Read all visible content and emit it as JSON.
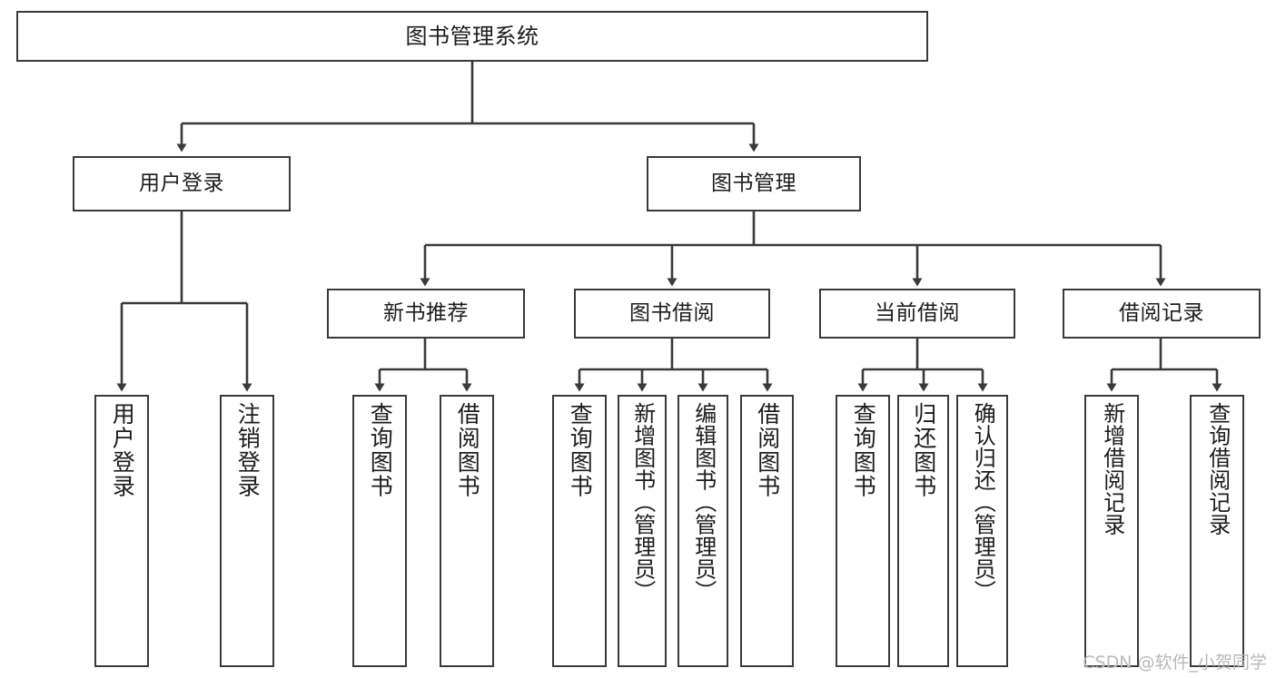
{
  "diagram": {
    "type": "tree-hierarchy-chart",
    "title": "图书管理系统",
    "watermark": "CSDN @软件_小贺同学",
    "colors": {
      "stroke": "#3a3a3a",
      "fill": "#ffffff",
      "text": "#1c1c1c",
      "watermark": "#b9b9b9"
    },
    "root": {
      "label": "图书管理系统"
    },
    "level1": [
      {
        "label": "用户登录"
      },
      {
        "label": "图书管理"
      }
    ],
    "level2": [
      {
        "label": "新书推荐"
      },
      {
        "label": "图书借阅"
      },
      {
        "label": "当前借阅"
      },
      {
        "label": "借阅记录"
      }
    ],
    "leaves": {
      "user_login": [
        {
          "label": "用户登录"
        },
        {
          "label": "注销登录"
        }
      ],
      "new_book_recommend": [
        {
          "label": "查询图书"
        },
        {
          "label": "借阅图书"
        }
      ],
      "book_borrow": [
        {
          "label": "查询图书"
        },
        {
          "label": "新增图书（管理员）"
        },
        {
          "label": "编辑图书（管理员）"
        },
        {
          "label": "借阅图书"
        }
      ],
      "current_borrow": [
        {
          "label": "查询图书"
        },
        {
          "label": "归还图书"
        },
        {
          "label": "确认归还（管理员）"
        }
      ],
      "borrow_records": [
        {
          "label": "新增借阅记录"
        },
        {
          "label": "查询借阅记录"
        }
      ]
    }
  }
}
